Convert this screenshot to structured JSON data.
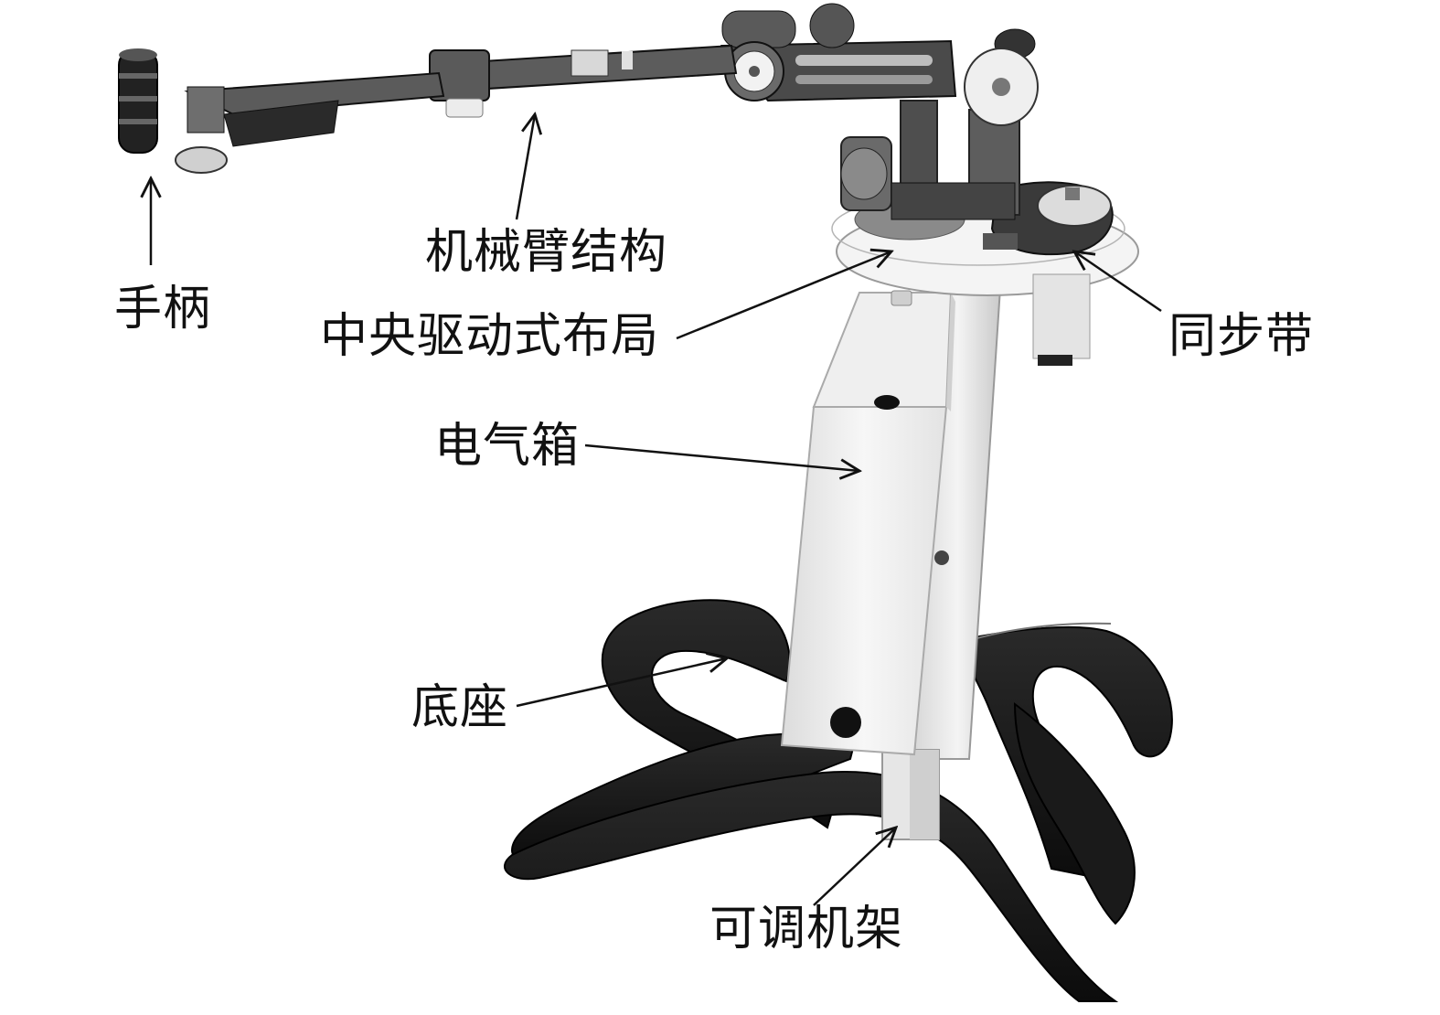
{
  "labels": {
    "handle": "手柄",
    "arm_structure": "机械臂结构",
    "central_drive": "中央驱动式布局",
    "sync_belt": "同步带",
    "electric_box": "电气箱",
    "base": "底座",
    "adjustable_frame": "可调机架"
  },
  "colors": {
    "base_black": "#141414",
    "arm_gray": "#5a5a5a",
    "box_white": "#f2f2f2",
    "ink": "#111111"
  }
}
